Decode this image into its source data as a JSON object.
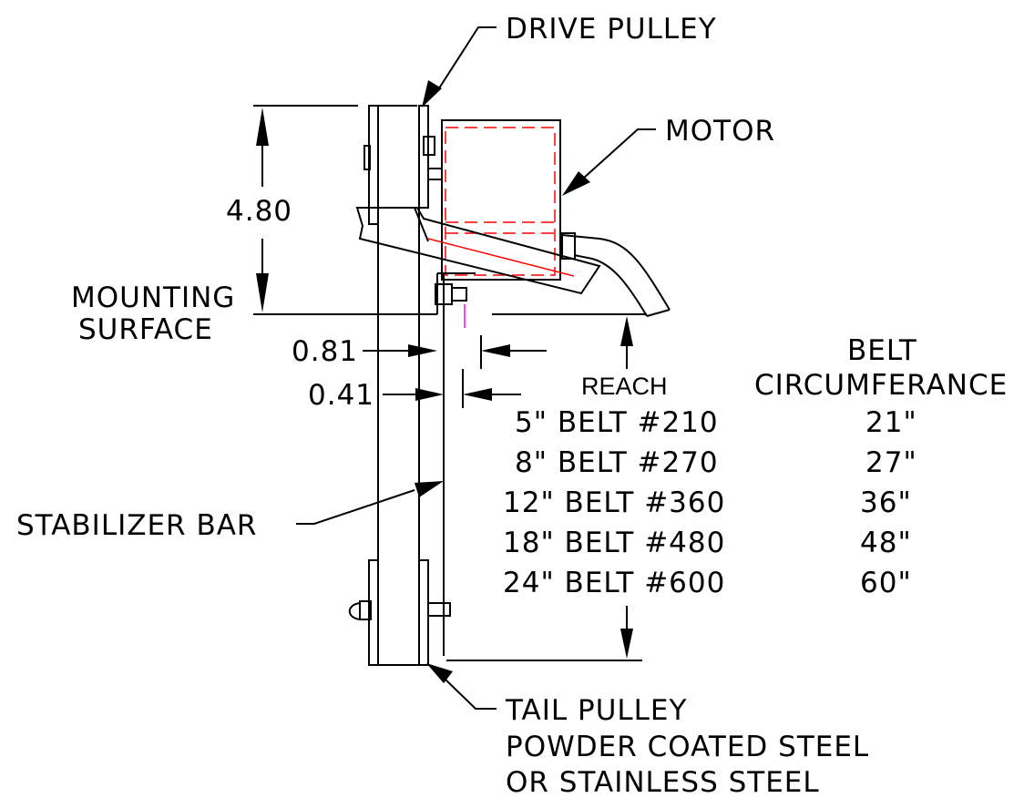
{
  "labels": {
    "drive_pulley": "DRIVE PULLEY",
    "motor": "MOTOR",
    "dim_height": "4.80",
    "mounting_surface_1": "MOUNTING",
    "mounting_surface_2": "SURFACE",
    "dim_081": "0.81",
    "dim_041": "0.41",
    "stabilizer_bar": "STABILIZER BAR",
    "tail_pulley_1": "TAIL PULLEY",
    "tail_pulley_2": "POWDER COATED STEEL",
    "tail_pulley_3": "OR STAINLESS STEEL"
  },
  "table": {
    "reach_header": "REACH",
    "belt_header_1": "BELT",
    "belt_header_2": "CIRCUMFERANCE",
    "rows": [
      {
        "reach": "5\" BELT #210",
        "circ": "21\""
      },
      {
        "reach": "8\" BELT #270",
        "circ": "27\""
      },
      {
        "reach": "12\" BELT #360",
        "circ": "36\""
      },
      {
        "reach": "18\" BELT #480",
        "circ": "48\""
      },
      {
        "reach": "24\" BELT #600",
        "circ": "60\""
      }
    ]
  }
}
